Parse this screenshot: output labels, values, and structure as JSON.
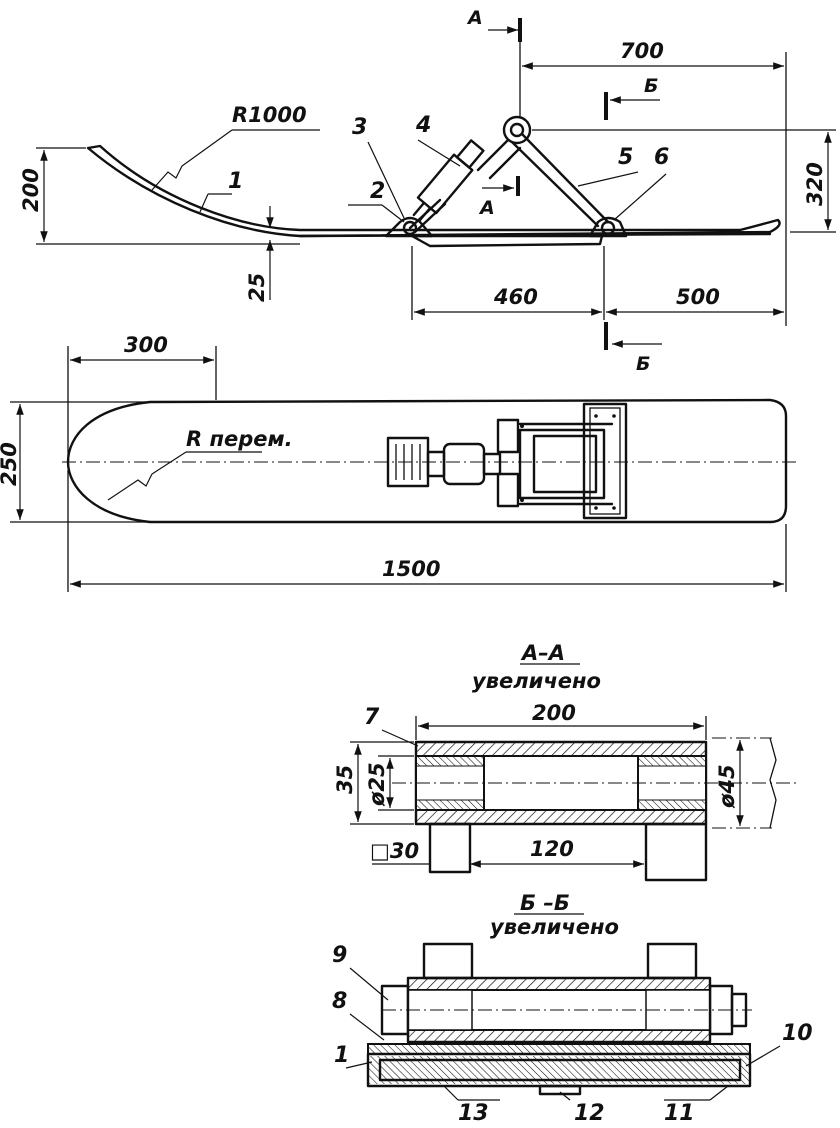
{
  "top_view": {
    "dims": {
      "d700": "700",
      "d320": "320",
      "d200": "200",
      "d25": "25",
      "d460": "460",
      "d500": "500",
      "radius": "R1000"
    },
    "section_marks": {
      "a_top": "А",
      "a_bottom": "А",
      "b_top": "Б",
      "b_bottom": "Б"
    },
    "callouts": [
      "1",
      "2",
      "3",
      "4",
      "5",
      "6"
    ]
  },
  "plan_view": {
    "dims": {
      "d300": "300",
      "d250": "250",
      "d1500": "1500",
      "radius": "R перем."
    }
  },
  "section_aa": {
    "title": "А–А",
    "subtitle": "увеличено",
    "dims": {
      "d200": "200",
      "d35": "35",
      "d25": "ø25",
      "d45": "ø45",
      "d30": "□30",
      "d120": "120"
    },
    "callouts": [
      "7"
    ]
  },
  "section_bb": {
    "title": "Б –Б",
    "subtitle": "увеличено",
    "callouts": [
      "9",
      "8",
      "1",
      "10",
      "13",
      "12",
      "11"
    ]
  }
}
